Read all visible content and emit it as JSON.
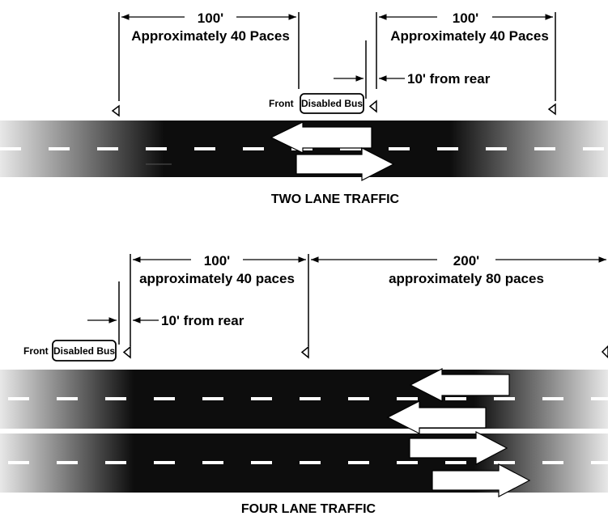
{
  "two_lane": {
    "caption": "TWO LANE TRAFFIC",
    "dim_left": {
      "distance": "100'",
      "paces": "Approximately 40 Paces"
    },
    "dim_right": {
      "distance": "100'",
      "paces": "Approximately 40 Paces"
    },
    "rear_label": "10' from rear",
    "bus_label": "Disabled Bus",
    "front_label": "Front"
  },
  "four_lane": {
    "caption": "FOUR LANE TRAFFIC",
    "dim_left": {
      "distance": "100'",
      "paces": "approximately 40 paces"
    },
    "dim_right": {
      "distance": "200'",
      "paces": "approximately 80 paces"
    },
    "rear_label": "10' from rear",
    "bus_label": "Disabled Bus",
    "front_label": "Front"
  },
  "colors": {
    "road": "#0d0d0d",
    "lane_marking": "#ffffff",
    "ink": "#000000"
  },
  "icons": [
    "warning-triangle-icon",
    "arrow-left-icon",
    "arrow-right-icon"
  ]
}
